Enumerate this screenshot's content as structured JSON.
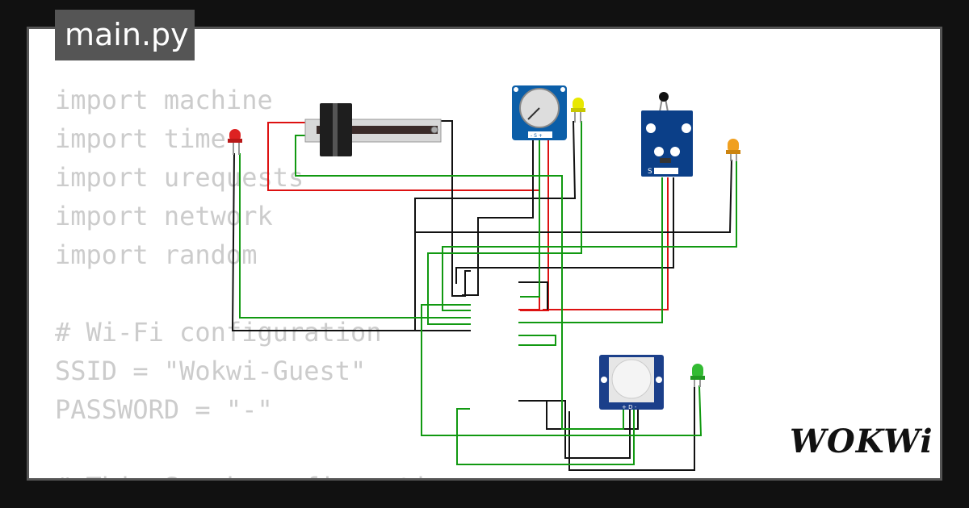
{
  "file_tab": {
    "label": "main.py"
  },
  "code_lines": [
    "import machine",
    "import time",
    "import urequests",
    "import network",
    "import random",
    "",
    "# Wi-Fi configuration",
    "SSID = \"Wokwi-Guest\"",
    "PASSWORD = \"-\"",
    "",
    "# ThingSpeak configuration"
  ],
  "brand": {
    "logo_text": "WOKWi"
  },
  "colors": {
    "background": "#111111",
    "code_text": "#cccccc",
    "wire_red": "#dd1111",
    "wire_black": "#111111",
    "wire_green": "#119911",
    "board_blue": "#0b5ea8",
    "pir_blue": "#1b3f8a"
  },
  "components": {
    "slide_potentiometer": "slide-potentiometer",
    "rotary_potentiometer": "rotary-potentiometer",
    "temperature_sensor": "ntc-temperature-sensor",
    "pir_sensor": "pir-motion-sensor",
    "leds": [
      {
        "name": "red-led",
        "color": "#dd2222"
      },
      {
        "name": "yellow-led",
        "color": "#e8e800"
      },
      {
        "name": "orange-led",
        "color": "#f0a020"
      },
      {
        "name": "green-led",
        "color": "#33bb33"
      }
    ],
    "pot_pins": "- S +",
    "temp_pins": "S   -",
    "pir_pins": "+ D -"
  }
}
